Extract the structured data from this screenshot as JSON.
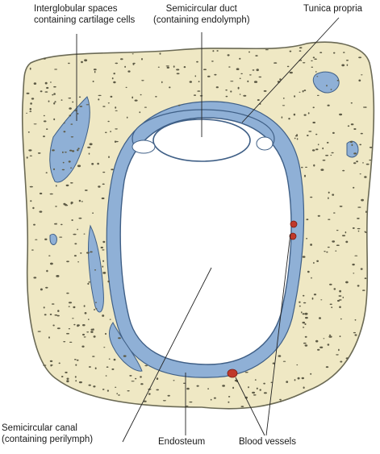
{
  "labels": {
    "interglobular": "Interglobular spaces\ncontaining cartilage cells",
    "semicircular_duct": "Semicircular duct\n(containing endolymph)",
    "tunica_propria": "Tunica propria",
    "semicircular_canal": "Semicircular canal\n(containing perilymph)",
    "endosteum": "Endosteum",
    "blood_vessels": "Blood vessels"
  },
  "colors": {
    "bone_fill": "#efe8c4",
    "bone_outline": "#6b6a55",
    "bone_dots": "#5d5a45",
    "lining_blue": "#8fb0d6",
    "lining_outline": "#3f5f86",
    "cavity": "#ffffff",
    "blood": "#c0392b",
    "leader": "#222222"
  }
}
